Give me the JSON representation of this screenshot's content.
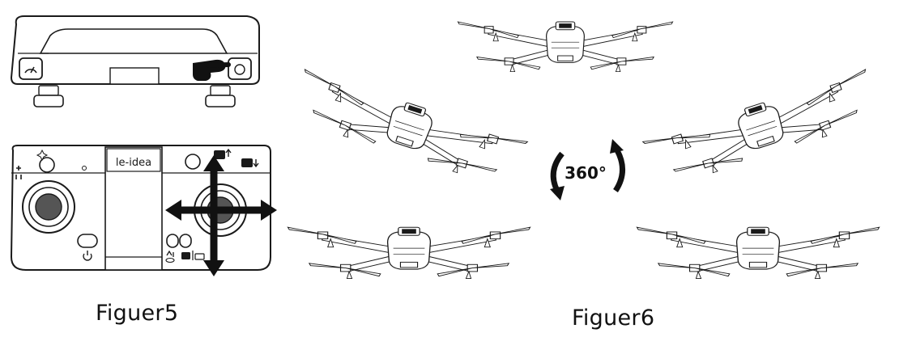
{
  "figures": [
    {
      "id": "fig5",
      "caption": "Figuer5",
      "remote": {
        "brand_label": "le-idea"
      }
    },
    {
      "id": "fig6",
      "caption": "Figuer6",
      "rotation_label": "360°"
    }
  ],
  "colors": {
    "ink": "#1a1a1a",
    "paper": "#ffffff",
    "arrow": "#111111"
  },
  "icons": [
    "drone-icon",
    "remote-controller-icon",
    "hand-pointer-icon",
    "camera-icon",
    "video-icon",
    "power-icon",
    "rotate-360-icon",
    "arrow-icon"
  ]
}
